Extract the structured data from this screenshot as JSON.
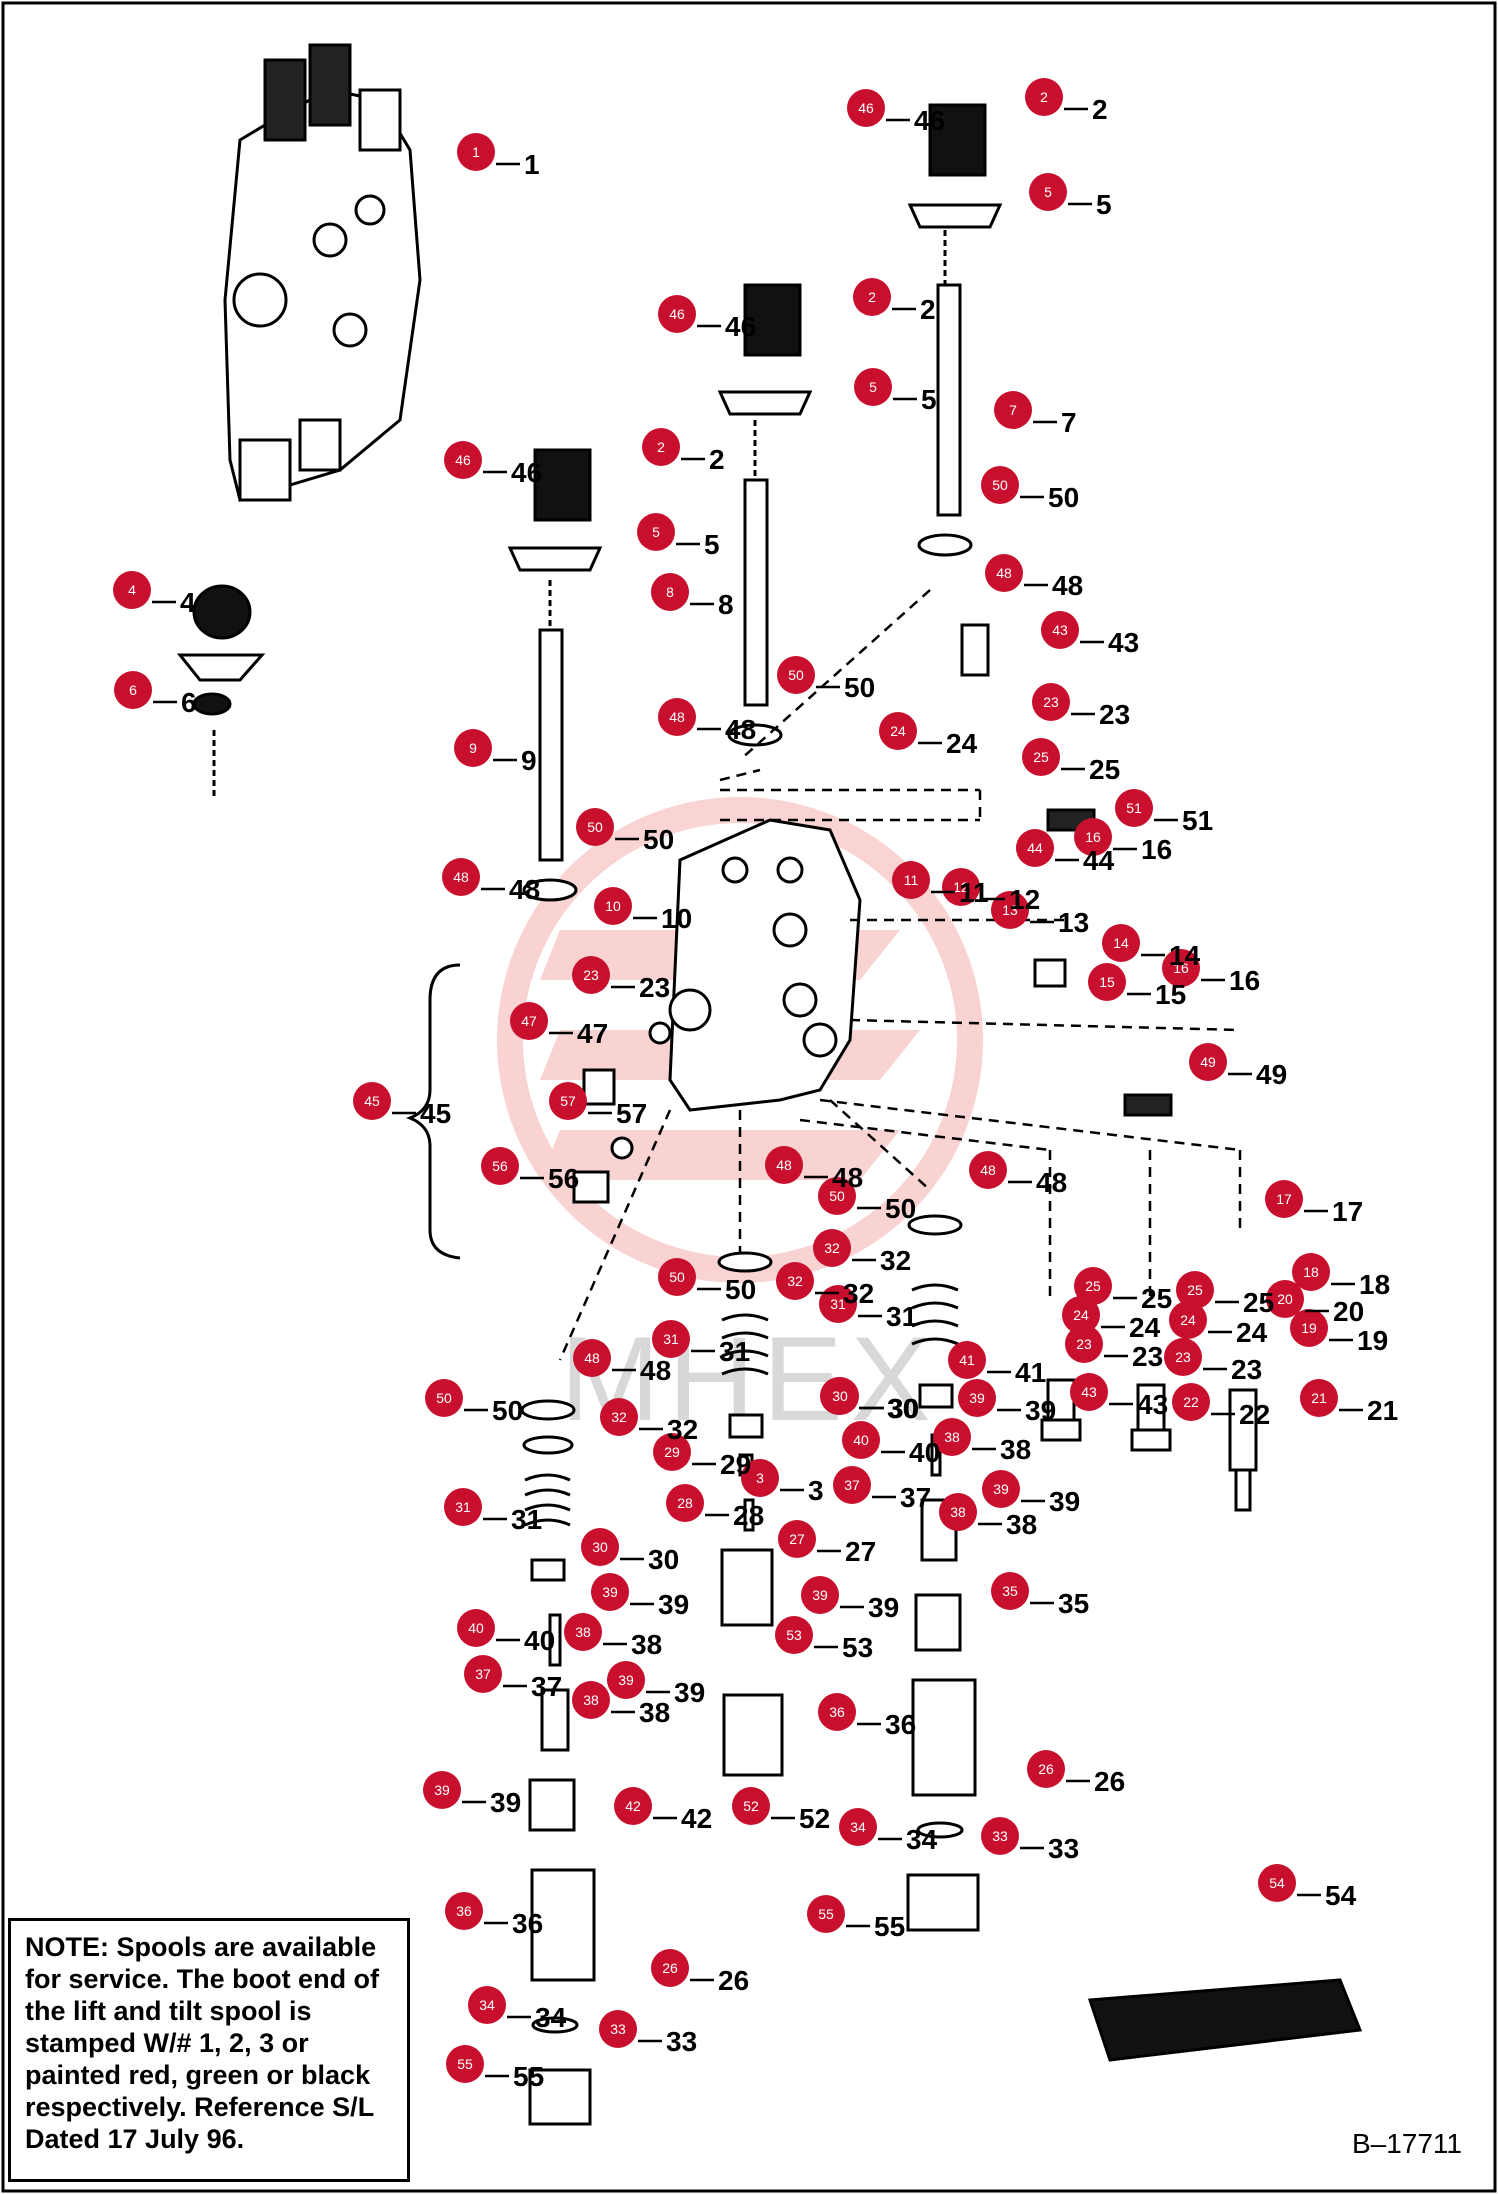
{
  "note": {
    "label": "NOTE:",
    "text": "Spools are available for service. The boot end of the lift and tilt spool is stamped W/# 1, 2, 3 or painted red, green or black respectively. Reference S/L Dated 17 July 96."
  },
  "figure_id": "B–17711",
  "watermark": "MHEX",
  "colors": {
    "callout_fill": "#c8102e",
    "line": "#000000",
    "watermark_red": "#f4b7b7"
  },
  "callouts": [
    {
      "n": "1"
    },
    {
      "n": "46"
    },
    {
      "n": "2"
    },
    {
      "n": "5"
    },
    {
      "n": "46"
    },
    {
      "n": "2"
    },
    {
      "n": "5"
    },
    {
      "n": "7"
    },
    {
      "n": "46"
    },
    {
      "n": "2"
    },
    {
      "n": "5"
    },
    {
      "n": "50"
    },
    {
      "n": "48"
    },
    {
      "n": "4"
    },
    {
      "n": "8"
    },
    {
      "n": "43"
    },
    {
      "n": "6"
    },
    {
      "n": "50"
    },
    {
      "n": "23"
    },
    {
      "n": "48"
    },
    {
      "n": "24"
    },
    {
      "n": "25"
    },
    {
      "n": "9"
    },
    {
      "n": "51"
    },
    {
      "n": "50"
    },
    {
      "n": "44"
    },
    {
      "n": "16"
    },
    {
      "n": "48"
    },
    {
      "n": "11"
    },
    {
      "n": "12"
    },
    {
      "n": "13"
    },
    {
      "n": "10"
    },
    {
      "n": "14"
    },
    {
      "n": "16"
    },
    {
      "n": "15"
    },
    {
      "n": "23"
    },
    {
      "n": "47"
    },
    {
      "n": "49"
    },
    {
      "n": "45"
    },
    {
      "n": "57"
    },
    {
      "n": "48"
    },
    {
      "n": "56"
    },
    {
      "n": "50"
    },
    {
      "n": "48"
    },
    {
      "n": "17"
    },
    {
      "n": "32"
    },
    {
      "n": "18"
    },
    {
      "n": "50"
    },
    {
      "n": "32"
    },
    {
      "n": "25"
    },
    {
      "n": "25"
    },
    {
      "n": "20"
    },
    {
      "n": "31"
    },
    {
      "n": "24"
    },
    {
      "n": "24"
    },
    {
      "n": "19"
    },
    {
      "n": "31"
    },
    {
      "n": "23"
    },
    {
      "n": "23"
    },
    {
      "n": "41"
    },
    {
      "n": "48"
    },
    {
      "n": "30"
    },
    {
      "n": "43"
    },
    {
      "n": "21"
    },
    {
      "n": "50"
    },
    {
      "n": "30"
    },
    {
      "n": "39"
    },
    {
      "n": "22"
    },
    {
      "n": "32"
    },
    {
      "n": "40"
    },
    {
      "n": "38"
    },
    {
      "n": "29"
    },
    {
      "n": "3"
    },
    {
      "n": "31"
    },
    {
      "n": "37"
    },
    {
      "n": "39"
    },
    {
      "n": "28"
    },
    {
      "n": "38"
    },
    {
      "n": "30"
    },
    {
      "n": "27"
    },
    {
      "n": "39"
    },
    {
      "n": "35"
    },
    {
      "n": "39"
    },
    {
      "n": "40"
    },
    {
      "n": "38"
    },
    {
      "n": "53"
    },
    {
      "n": "37"
    },
    {
      "n": "39"
    },
    {
      "n": "38"
    },
    {
      "n": "36"
    },
    {
      "n": "39"
    },
    {
      "n": "26"
    },
    {
      "n": "42"
    },
    {
      "n": "52"
    },
    {
      "n": "34"
    },
    {
      "n": "33"
    },
    {
      "n": "54"
    },
    {
      "n": "36"
    },
    {
      "n": "55"
    },
    {
      "n": "26"
    },
    {
      "n": "34"
    },
    {
      "n": "33"
    },
    {
      "n": "55"
    }
  ],
  "plain_labels": [
    "1",
    "46",
    "2",
    "5",
    "46",
    "2",
    "5",
    "7",
    "46",
    "2",
    "5",
    "50",
    "48",
    "4",
    "8",
    "43",
    "6",
    "50",
    "23",
    "48",
    "24",
    "25",
    "9",
    "51",
    "50",
    "44",
    "16",
    "48",
    "11",
    "12",
    "13",
    "10",
    "14",
    "16",
    "15",
    "23",
    "47",
    "49",
    "45",
    "57",
    "48",
    "56",
    "50",
    "48",
    "17",
    "32",
    "18",
    "50",
    "32",
    "25",
    "25",
    "20",
    "31",
    "24",
    "24",
    "19",
    "31",
    "23",
    "23",
    "41",
    "48",
    "30",
    "43",
    "21",
    "50",
    "30",
    "39",
    "22",
    "32",
    "40",
    "38",
    "29",
    "3",
    "31",
    "37",
    "39",
    "28",
    "38",
    "30",
    "27",
    "39",
    "35",
    "39",
    "40",
    "38",
    "53",
    "37",
    "39",
    "38",
    "36",
    "39",
    "26",
    "42",
    "52",
    "34",
    "33",
    "54",
    "36",
    "55",
    "26",
    "34",
    "33",
    "55"
  ]
}
